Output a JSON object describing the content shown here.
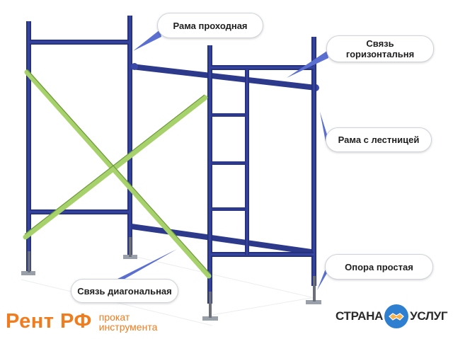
{
  "colors": {
    "frame": "#2d3a8c",
    "diagonal": "#a7d26b",
    "callout_line": "#5a6fd0",
    "brand_orange": "#f07c1e",
    "brand_blue": "#2f7fd0"
  },
  "callouts": {
    "rama_prohodnaya": "Рама проходная",
    "svyaz_gorizontalnaya_line1": "Связь",
    "svyaz_gorizontalnaya_line2": "горизонтальня",
    "rama_s_lestnicey": "Рама с лестницей",
    "opora_prostaya": "Опора простая",
    "svyaz_diagonalnaya": "Связь диагональная"
  },
  "brand_left": {
    "name": "Рент РФ",
    "sub_line1": "прокат",
    "sub_line2": "инструмента"
  },
  "brand_right": {
    "part1": "СТРАНА",
    "part2": "УСЛУГ",
    "logo_icon": "handshake-icon"
  }
}
